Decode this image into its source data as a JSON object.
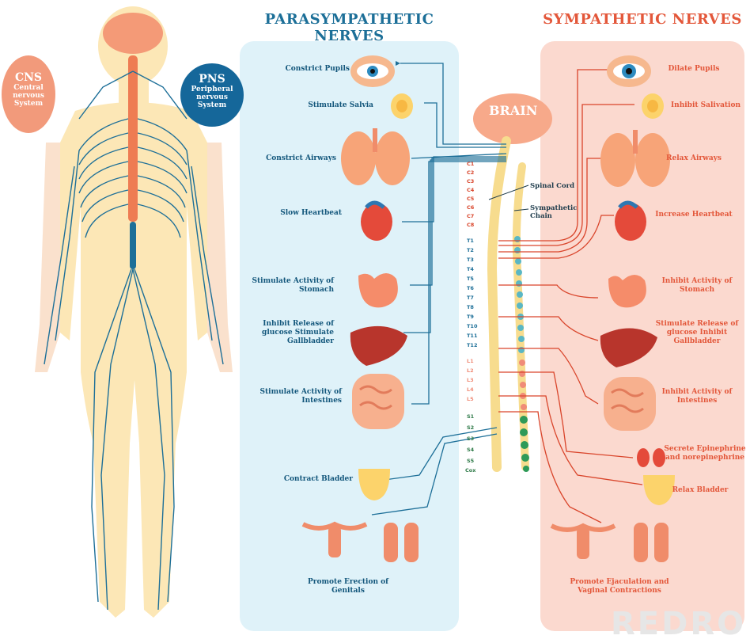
{
  "titles": {
    "parasympathetic": "PARASYMPATHETIC NERVES",
    "sympathetic": "SYMPATHETIC NERVES"
  },
  "cns": {
    "abbr": "CNS",
    "full": "Central nervous System"
  },
  "pns": {
    "abbr": "PNS",
    "full": "Peripheral nervous System"
  },
  "brain": "BRAIN",
  "spinal_cord": "Spinal Cord",
  "sympathetic_chain": "Sympathetic Chain",
  "vertebrae": {
    "cervical": [
      "C1",
      "C2",
      "C3",
      "C4",
      "C5",
      "C6",
      "C7",
      "C8"
    ],
    "thoracic": [
      "T1",
      "T2",
      "T3",
      "T4",
      "T5",
      "T6",
      "T7",
      "T8",
      "T9",
      "T10",
      "T11",
      "T12"
    ],
    "lumbar": [
      "L1",
      "L2",
      "L3",
      "L4",
      "L5"
    ],
    "sacral": [
      "S1",
      "S2",
      "S3",
      "S4",
      "S5"
    ],
    "coccyx": "Cox"
  },
  "parasympathetic_effects": {
    "pupils": "Constrict Pupils",
    "salvia": "Stimulate Salvia",
    "airways": "Constrict Airways",
    "heart": "Slow Heartbeat",
    "stomach": "Stimulate Activity of Stomach",
    "liver": "Inhibit Release of glucose Stimulate Gallbladder",
    "intestines": "Stimulate Activity of Intestines",
    "bladder": "Contract Bladder",
    "genitals": "Promote Erection of Genitals"
  },
  "sympathetic_effects": {
    "pupils": "Dilate Pupils",
    "salivation": "Inhibit Salivation",
    "airways": "Relax Airways",
    "heart": "Increase Heartbeat",
    "stomach": "Inhibit Activity of Stomach",
    "liver": "Stimulate Release of glucose Inhibit Gallbladder",
    "intestines": "Inhibit Activity of Intestines",
    "adrenal": "Secrete Epinephrine and norepinephrine",
    "bladder": "Relax Bladder",
    "genitals": "Promote Ejaculation and Vaginal Contractions"
  },
  "watermark": "REDRO",
  "colors": {
    "para_title": "#1c6f98",
    "symp_title": "#e3573a",
    "nerve_blue": "#1d6f98",
    "nerve_red": "#d9452b",
    "para_panel": "#dff2f9",
    "symp_panel": "#fbd9cf"
  }
}
